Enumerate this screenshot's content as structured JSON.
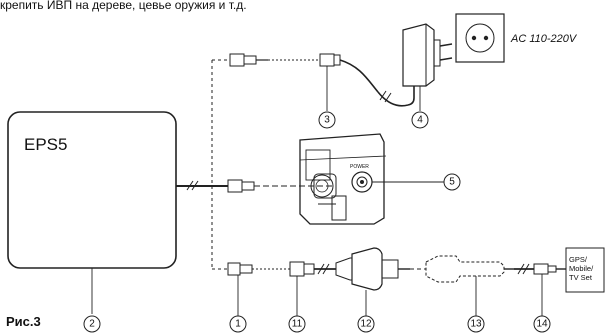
{
  "header_text": "крепить ИВП на дереве, цевье оружия и т.д.",
  "device": {
    "name": "EPS5"
  },
  "power_supply": {
    "voltage": "AC 110-220V"
  },
  "camera": {
    "power_label": "POWER"
  },
  "gps_box": {
    "lines": [
      "GPS/",
      "Mobile/",
      "TV Set"
    ]
  },
  "figure_label": "Рис.3",
  "callouts": [
    "2",
    "3",
    "4",
    "5",
    "1",
    "11",
    "12",
    "13",
    "14"
  ]
}
